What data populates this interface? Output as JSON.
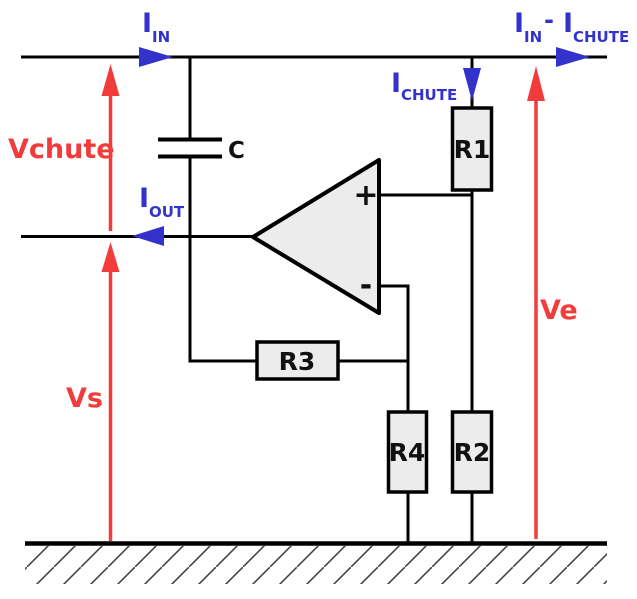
{
  "diagram": {
    "type": "circuit-schematic",
    "description": "Op-amp current sensing circuit with shunt resistors and ground plane",
    "colors": {
      "wire": "#000000",
      "blue": "#3333cc",
      "red": "#f23b3b",
      "fill": "#ececec",
      "hatch": "#444444",
      "bg": "#ffffff"
    },
    "currents": {
      "i_in": {
        "main": "I",
        "sub": "IN"
      },
      "i_chute": {
        "main": "I",
        "sub": "CHUTE"
      },
      "i_out": {
        "main": "I",
        "sub": "OUT"
      },
      "i_diff": {
        "main1": "I",
        "sub1": "IN",
        "minus": "-",
        "main2": "I",
        "sub2": "CHUTE"
      }
    },
    "voltages": {
      "vchute": "Vchute",
      "vs": "Vs",
      "ve": "Ve"
    },
    "components": {
      "capacitor": "C",
      "r1": "R1",
      "r2": "R2",
      "r3": "R3",
      "r4": "R4",
      "opamp_plus": "+",
      "opamp_minus": "-"
    }
  }
}
